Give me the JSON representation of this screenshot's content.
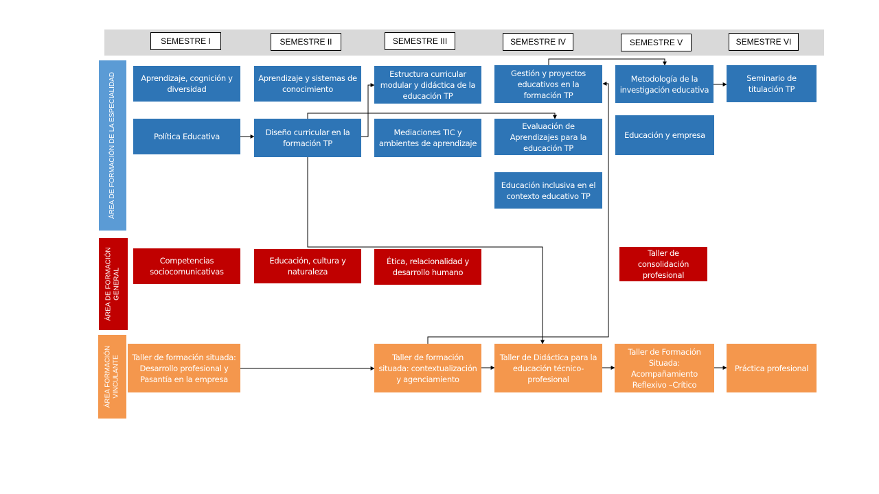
{
  "semesters": [
    "SEMESTRE I",
    "SEMESTRE II",
    "SEMESTRE III",
    "SEMESTRE IV",
    "SEMESTRE V",
    "SEMESTRE VI"
  ],
  "areas": {
    "especialidad": "ÁREA DE FORMACIÓN DE LA ESPECIALIDAD",
    "general": [
      "ÁREA DE FORMACIÓN",
      "GENERAL"
    ],
    "vinculante": [
      "ÁREA FORMACIÓN",
      "VINCULANTE"
    ]
  },
  "courses": {
    "aprendizaje_cognicion": "Aprendizaje, cognición y diversidad",
    "politica_educativa": "Política Educativa",
    "aprendizaje_sistemas": "Aprendizaje y sistemas de conocimiento",
    "diseno_curricular": "Diseño curricular en la formación TP",
    "estructura_curricular": "Estructura curricular modular y didáctica de la educación TP",
    "mediaciones_tic": "Mediaciones TIC y ambientes de aprendizaje",
    "gestion_proyectos": "Gestión y proyectos educativos en la formación TP",
    "evaluacion_aprendizajes": "Evaluación de Aprendizajes para la educación TP",
    "educacion_inclusiva": "Educación inclusiva en el contexto educativo TP",
    "metodologia_investigacion": "Metodología de la investigación educativa",
    "educacion_empresa": "Educación y empresa",
    "seminario_titulacion": "Seminario de titulación TP",
    "competencias_socio": "Competencias sociocomunicativas",
    "educacion_cultura": "Educación, cultura y naturaleza",
    "etica": "Ética, relacionalidad y desarrollo humano",
    "taller_consolidacion": "Taller de consolidación profesional",
    "taller_desarrollo": "Taller de formación situada: Desarrollo profesional y Pasantía en la empresa",
    "taller_contextualizacion": "Taller de formación situada: contextualización y agenciamiento",
    "taller_didactica": "Taller de Didáctica para la educación técnico-profesional",
    "taller_acompanamiento": "Taller de Formación Situada: Acompañamiento Reflexivo –Crítico",
    "practica_profesional": "Práctica profesional"
  },
  "colors": {
    "especialidad": "#2e75b6",
    "general": "#c00000",
    "vinculante": "#f4974d",
    "area_especialidad_label": "#5b9bd5",
    "header_band": "#d9d9d9"
  }
}
